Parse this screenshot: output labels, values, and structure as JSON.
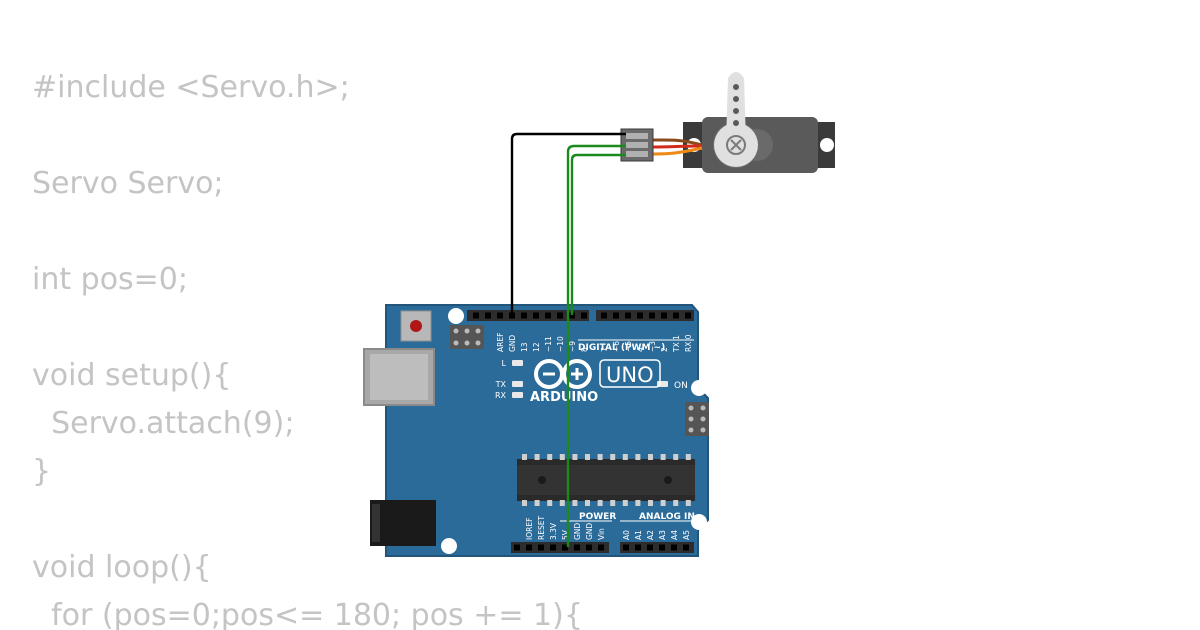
{
  "code": {
    "lines": [
      "#include <Servo.h>;",
      "",
      "Servo Servo;",
      "",
      "int pos=0;",
      "",
      "void setup(){",
      "  Servo.attach(9);",
      "}",
      "",
      "void loop(){",
      "  for (pos=0;pos<= 180; pos += 1){"
    ]
  },
  "board": {
    "brand": "ARDUINO",
    "model": "UNO",
    "digital_label": "DIGITAL (PWM ~)",
    "power_label": "POWER",
    "analog_label": "ANALOG IN",
    "on_label": "ON",
    "l_label": "L",
    "tx_label": "TX",
    "rx_label": "RX",
    "top_pins": [
      "AREF",
      "GND",
      "13",
      "12",
      "~11",
      "~10",
      "~9",
      "8",
      "7",
      "~6",
      "~5",
      "4",
      "~3",
      "2",
      "TX 1",
      "RX 0"
    ],
    "bottom_pins": [
      "IOREF",
      "RESET",
      "3.3V",
      "5V",
      "GND",
      "GND",
      "Vin",
      "A0",
      "A1",
      "A2",
      "A3",
      "A4",
      "A5"
    ],
    "color": "#2b6b99"
  },
  "wires": [
    {
      "name": "ground-wire",
      "color": "#000000",
      "from": "GND",
      "to": "servo-brown"
    },
    {
      "name": "power-wire",
      "color": "#1a8a1a",
      "from": "5V",
      "to": "servo-red"
    },
    {
      "name": "signal-wire",
      "color": "#1a8a1a",
      "from": "~9",
      "to": "servo-orange"
    }
  ]
}
